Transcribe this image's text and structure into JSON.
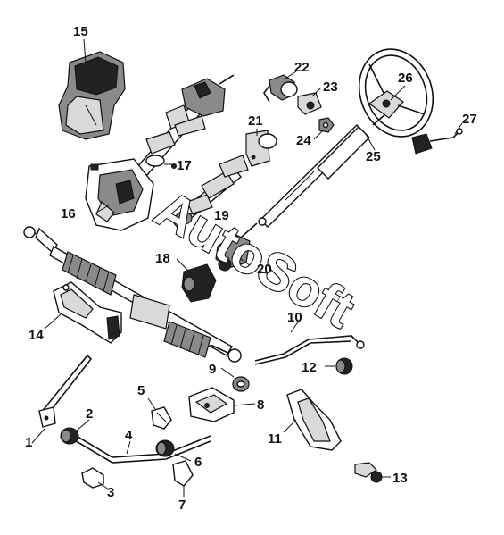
{
  "watermark": "AutoSoft",
  "labels": {
    "l1": "1",
    "l2": "2",
    "l3": "3",
    "l4": "4",
    "l5": "5",
    "l6": "6",
    "l7": "7",
    "l8": "8",
    "l9": "9",
    "l10": "10",
    "l11": "11",
    "l12": "12",
    "l13": "13",
    "l14": "14",
    "l15": "15",
    "l16": "16",
    "l17": "17",
    "l18": "18",
    "l19": "19",
    "l20": "20",
    "l21": "21",
    "l22": "22",
    "l23": "23",
    "l24": "24",
    "l25": "25",
    "l26": "26",
    "l27": "27"
  }
}
